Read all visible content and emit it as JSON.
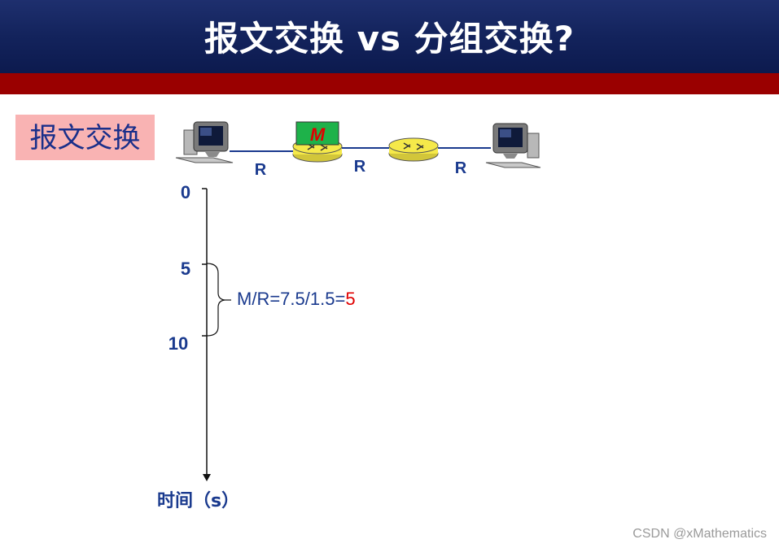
{
  "header": {
    "title": "报文交换 vs 分组交换?"
  },
  "section": {
    "label": "报文交换"
  },
  "network": {
    "message_label": "M",
    "link_labels": [
      "R",
      "R",
      "R"
    ]
  },
  "timeline": {
    "ticks": [
      "0",
      "5",
      "10"
    ],
    "formula_prefix": "M/R=7.5/1.5=",
    "formula_result": "5",
    "axis_label": "时间（s）"
  },
  "watermark": "CSDN @xMathematics",
  "colors": {
    "header_bg": "#13235c",
    "red_band": "#9a0000",
    "label_bg": "#f9b3b3",
    "text_blue": "#1a3a8e",
    "accent_red": "#e00000",
    "router_yellow": "#f5e94a",
    "packet_green": "#1eb24a"
  }
}
